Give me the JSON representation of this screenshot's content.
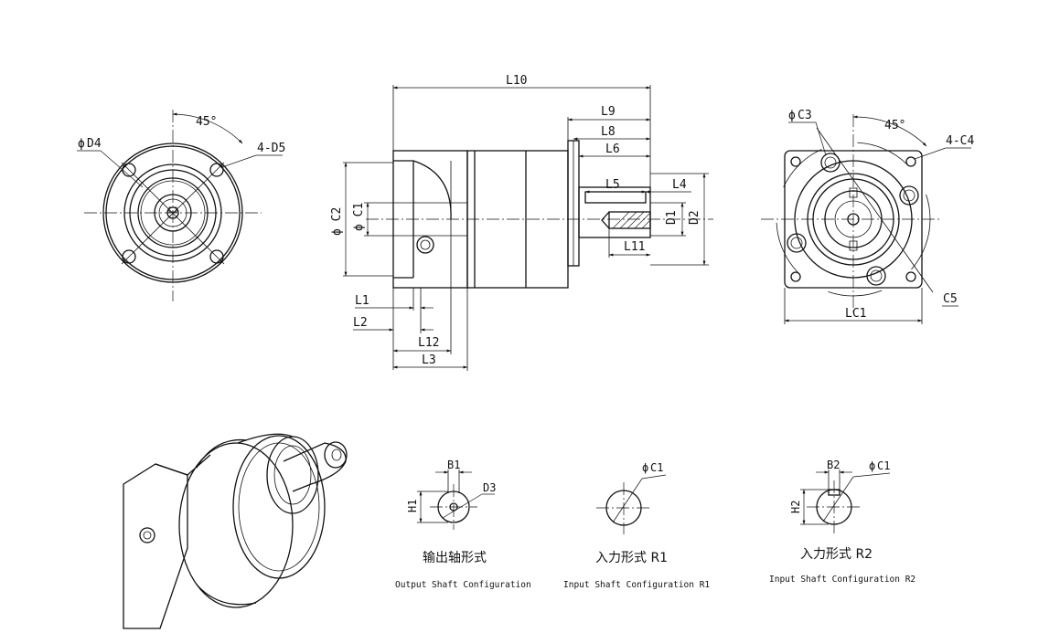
{
  "dimension_labels": {
    "L10": "L10",
    "L9": "L9",
    "L8": "L8",
    "L6": "L6",
    "L5": "L5",
    "L4": "L4",
    "L11": "L11",
    "L1": "L1",
    "L2": "L2",
    "L12": "L12",
    "L3": "L3",
    "C1": "C1",
    "C2": "C2",
    "D1": "D1",
    "D2": "D2",
    "D4": "D4",
    "D5": "4-D5",
    "angle_left": "45°",
    "C3": "C3",
    "C4": "4-C4",
    "C5": "C5",
    "LC1": "LC1",
    "angle_right": "45°",
    "B1": "B1",
    "H1": "H1",
    "D3": "D3",
    "R1_C1": "C1",
    "B2": "B2",
    "H2": "H2",
    "R2_C1": "C1",
    "phi": "ϕ"
  },
  "captions": {
    "output_cn": "输出轴形式",
    "output_en": "Output Shaft Configuration",
    "r1_cn": "入力形式 R1",
    "r1_en": "Input Shaft Configuration R1",
    "r2_cn": "入力形式 R2",
    "r2_en": "Input Shaft Configuration R2"
  }
}
